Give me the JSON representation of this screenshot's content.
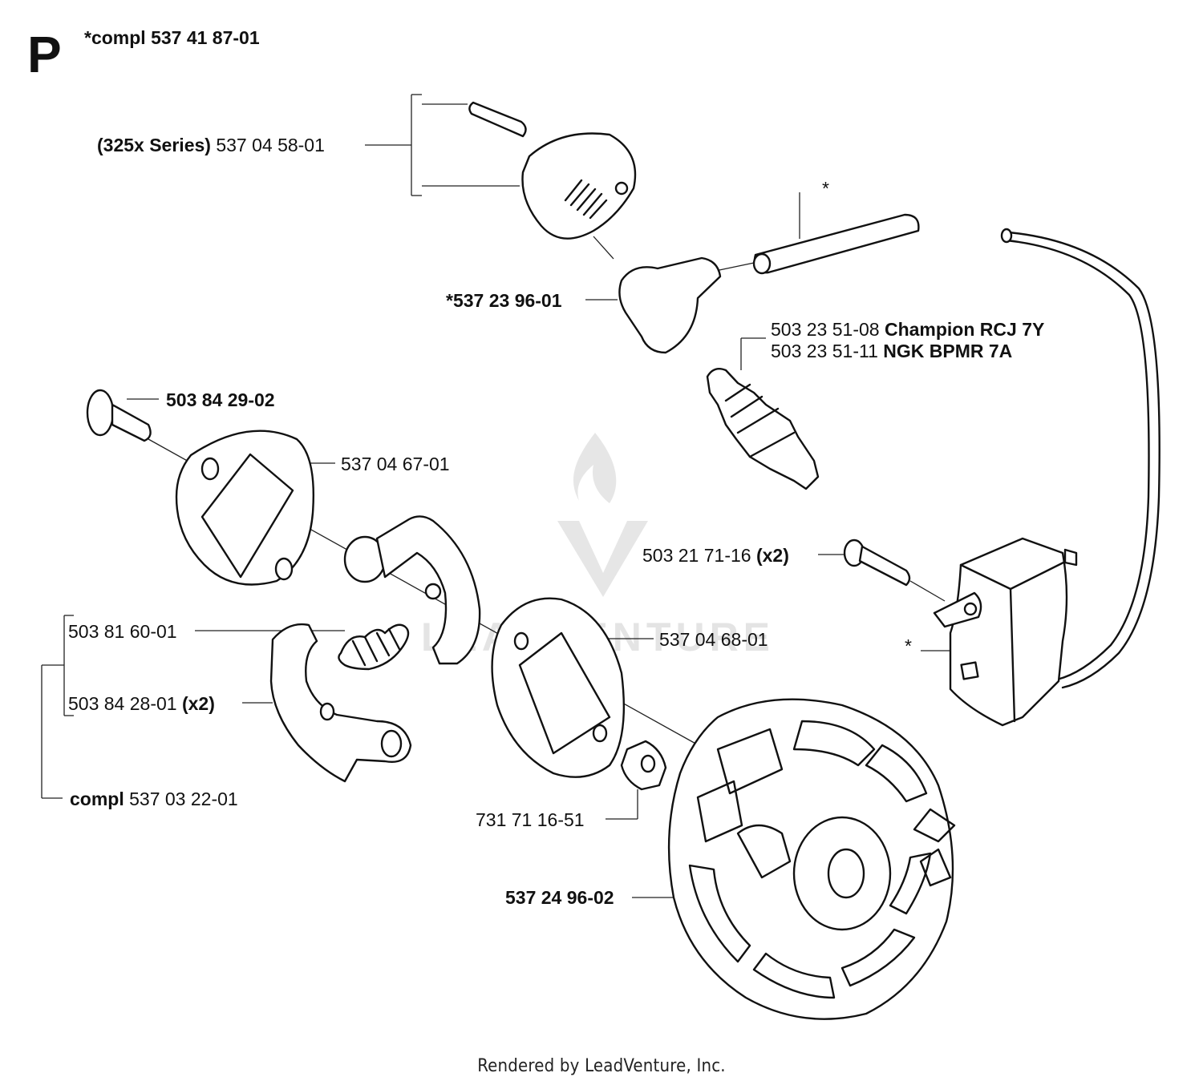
{
  "header": {
    "section_letter": "P",
    "kit_label": "*compl 537 41 87-01"
  },
  "callouts": {
    "cover": {
      "prefix": "(325x Series)",
      "number": "537 04 58-01"
    },
    "plug_cap": {
      "number": "*537 23 96-01"
    },
    "tube_star": {
      "number": "*"
    },
    "spark_plug_1": {
      "number": "503 23 51-08",
      "suffix": "Champion RCJ 7Y"
    },
    "spark_plug_2": {
      "number": "503 23 51-11",
      "suffix": "NGK BPMR 7A"
    },
    "screw": {
      "number": "503 84 29-02"
    },
    "washer_plate": {
      "number": "537 04 67-01"
    },
    "spring": {
      "number": "503 81 60-01"
    },
    "shoe": {
      "number": "503 84 28-01",
      "suffix": "(x2)"
    },
    "clutch_kit": {
      "prefix": "compl",
      "number": "537 03 22-01"
    },
    "plate2": {
      "number": "537 04 68-01"
    },
    "ign_screw": {
      "number": "503 21 71-16",
      "suffix": "(x2)"
    },
    "module_star": {
      "number": "*"
    },
    "nut": {
      "number": "731 71 16-51"
    },
    "flywheel": {
      "number": "537 24 96-02"
    }
  },
  "watermark": {
    "text": "LEADVENTURE"
  },
  "footer": {
    "text": "Rendered by LeadVenture, Inc."
  }
}
